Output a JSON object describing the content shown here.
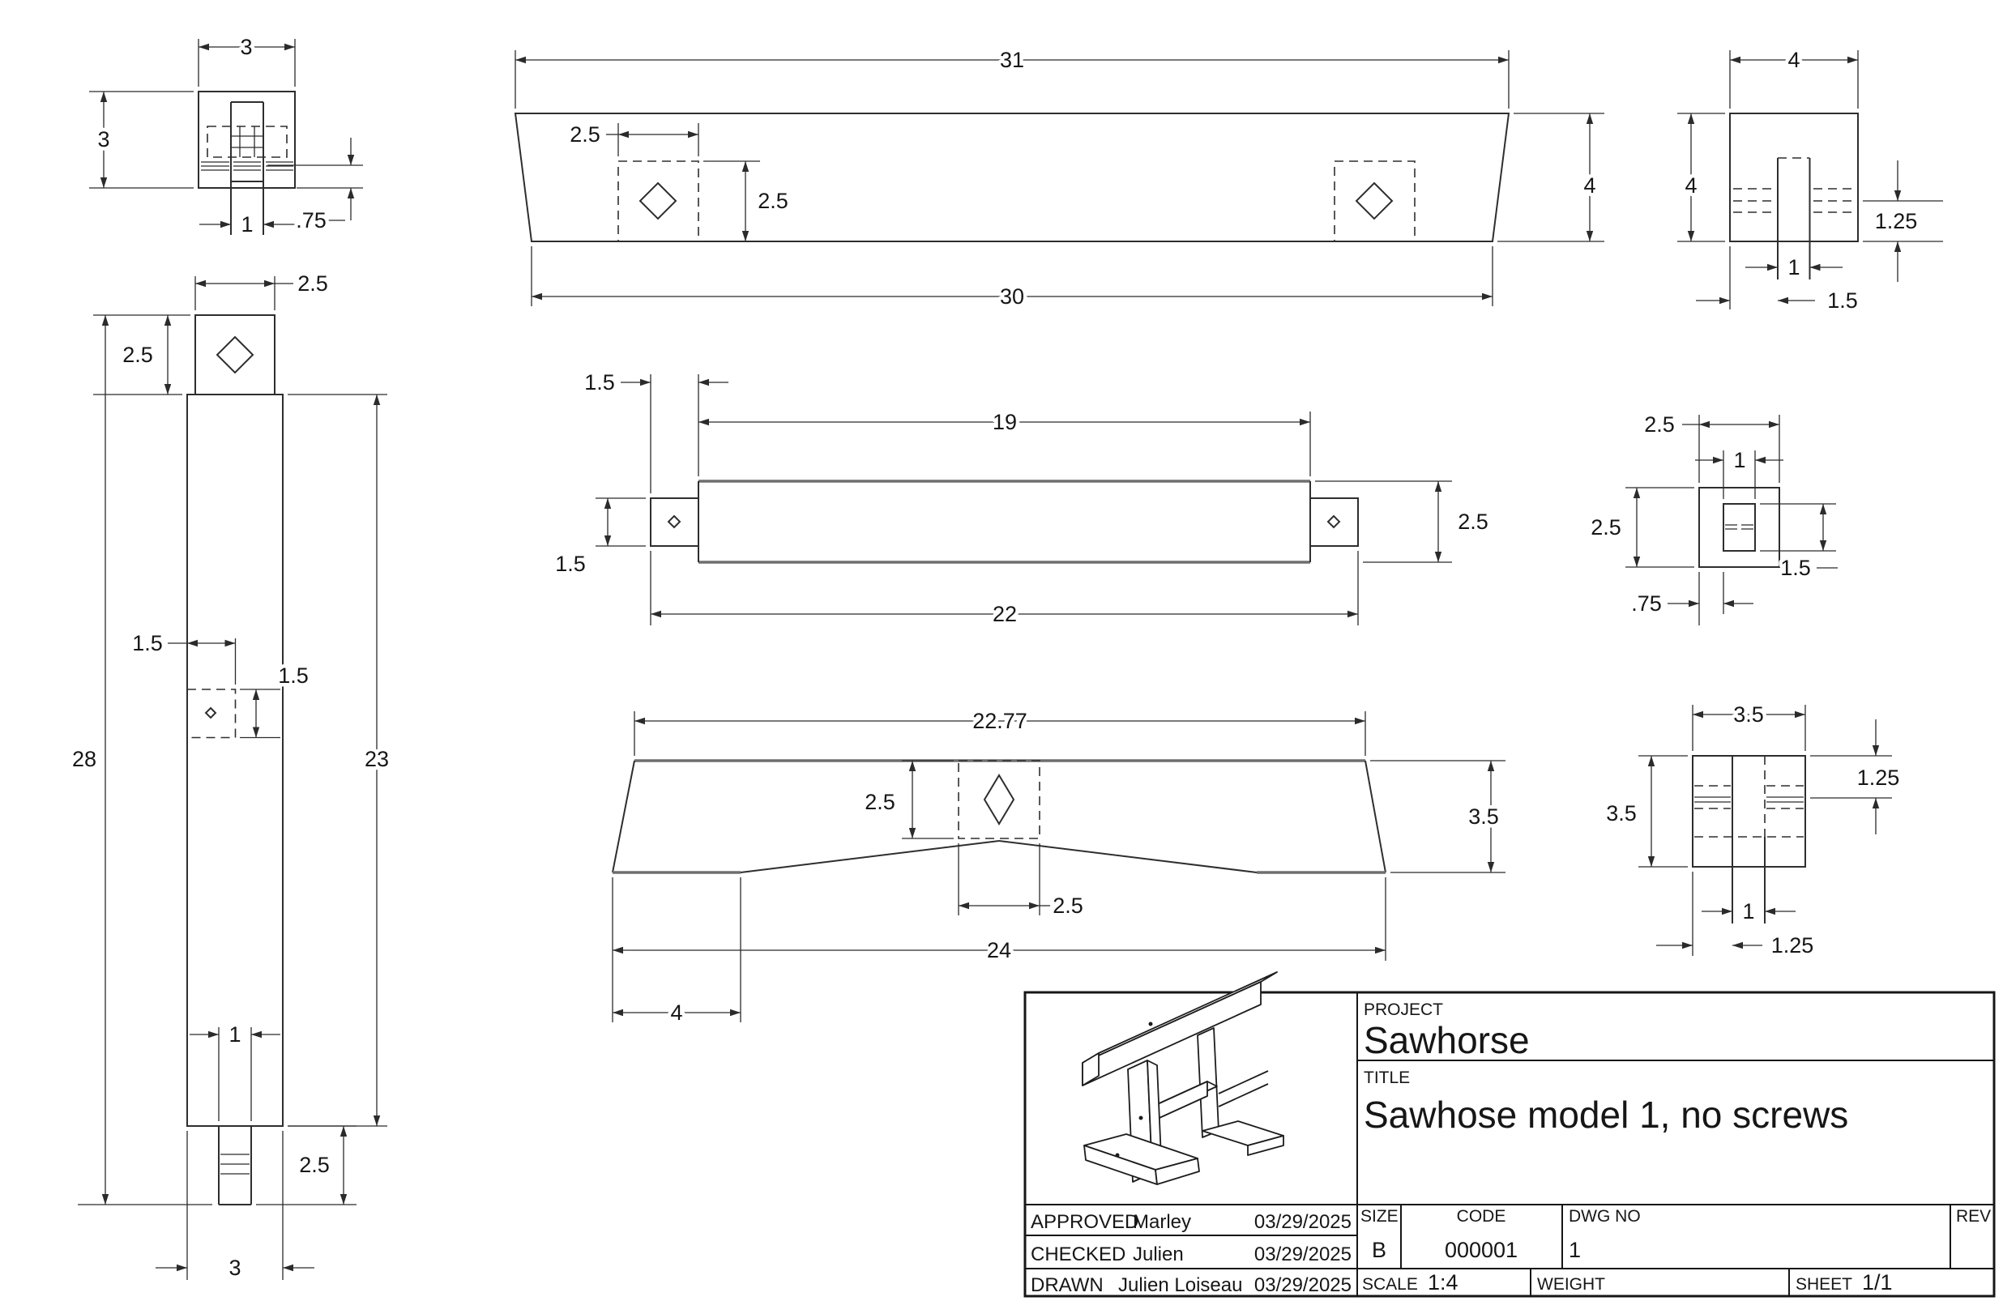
{
  "title_block": {
    "project_label": "PROJECT",
    "project": "Sawhorse",
    "title_label": "TITLE",
    "title": "Sawhose model 1, no screws",
    "approved_label": "APPROVED",
    "approved_by": "Marley",
    "approved_date": "03/29/2025",
    "checked_label": "CHECKED",
    "checked_by": "Julien",
    "checked_date": "03/29/2025",
    "drawn_label": "DRAWN",
    "drawn_by": "Julien Loiseau",
    "drawn_date": "03/29/2025",
    "size_label": "SIZE",
    "size": "B",
    "code_label": "CODE",
    "code": "000001",
    "dwg_label": "DWG NO",
    "dwg_no": "1",
    "rev_label": "REV",
    "scale_label": "SCALE",
    "scale": "1:4",
    "weight_label": "WEIGHT",
    "weight": "",
    "sheet_label": "SHEET",
    "sheet": "1/1"
  },
  "dims": [
    {
      "v": "3"
    },
    {
      "v": "3"
    },
    {
      "v": "1"
    },
    {
      "v": ".75"
    },
    {
      "v": "2.5"
    },
    {
      "v": "2.5"
    },
    {
      "v": "28"
    },
    {
      "v": "23"
    },
    {
      "v": "1.5"
    },
    {
      "v": "1.5"
    },
    {
      "v": "1"
    },
    {
      "v": "2.5"
    },
    {
      "v": "3"
    },
    {
      "v": "31"
    },
    {
      "v": "2.5"
    },
    {
      "v": "2.5"
    },
    {
      "v": "4"
    },
    {
      "v": "30"
    },
    {
      "v": "4"
    },
    {
      "v": "4"
    },
    {
      "v": "1.25"
    },
    {
      "v": "1"
    },
    {
      "v": "1.5"
    },
    {
      "v": "1.5"
    },
    {
      "v": "19"
    },
    {
      "v": "1.5"
    },
    {
      "v": "2.5"
    },
    {
      "v": "22"
    },
    {
      "v": "2.5"
    },
    {
      "v": "1"
    },
    {
      "v": "2.5"
    },
    {
      "v": "1.5"
    },
    {
      "v": ".75"
    },
    {
      "v": "22.77"
    },
    {
      "v": "2.5"
    },
    {
      "v": "3.5"
    },
    {
      "v": "2.5"
    },
    {
      "v": "24"
    },
    {
      "v": "4"
    },
    {
      "v": "3.5"
    },
    {
      "v": "1.25"
    },
    {
      "v": "3.5"
    },
    {
      "v": "1"
    },
    {
      "v": "1.25"
    }
  ]
}
